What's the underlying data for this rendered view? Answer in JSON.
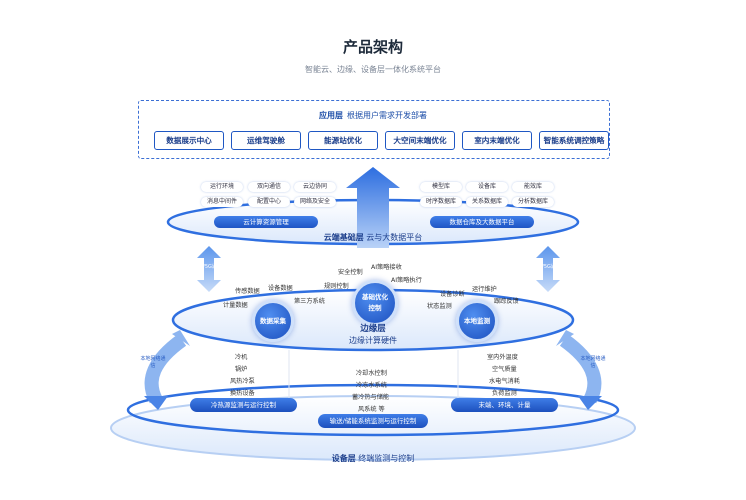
{
  "header": {
    "title": "产品架构",
    "subtitle": "智能云、边缘、设备层一体化系统平台"
  },
  "app_layer": {
    "name": "应用层",
    "desc": "根据用户需求开发部署",
    "items": [
      "数据展示中心",
      "运维驾驶舱",
      "能源站优化",
      "大空间末端优化",
      "室内末端优化",
      "智能系统调控策略"
    ]
  },
  "cloud_layer": {
    "name": "云端基础层",
    "desc": "云与大数据平台",
    "left_tags": [
      "运行环境",
      "双向通信",
      "云边协同",
      "消息中间件",
      "配置中心",
      "网络及安全"
    ],
    "left_pill": "云计算资源管理",
    "right_tags": [
      "模型库",
      "设备库",
      "能效库",
      "时序数据库",
      "关系数据库",
      "分析数据库"
    ],
    "right_pill": "数据仓库及大数据平台"
  },
  "edge_layer": {
    "name": "边缘层",
    "desc": "边缘计算硬件",
    "left_node": "数据采集",
    "left_labels": [
      "传感数据",
      "设备数据",
      "计量数据",
      "第三方系统"
    ],
    "center_node": "基础优化控制",
    "center_labels": [
      "安全控制",
      "AI策略接收",
      "规则控制",
      "AI策略执行"
    ],
    "right_node": "本地监测",
    "right_labels": [
      "设备诊断",
      "运行维护",
      "状态监测",
      "跟踪反馈"
    ]
  },
  "device_layer": {
    "name": "设备层",
    "desc": "终端监测与控制",
    "left_items": [
      "冷机",
      "锅炉",
      "风热冷泵",
      "换热设备"
    ],
    "left_pill": "冷热源监测与运行控制",
    "center_items": [
      "冷却水控制",
      "冷冻水系统",
      "蓄冷热与储能",
      "风系统 等"
    ],
    "center_pill": "输送/储能系统监测与运行控制",
    "right_items": [
      "室内外温度",
      "空气质量",
      "水电气消耗",
      "负荷监测"
    ],
    "right_pill": "末端、环境、计量"
  },
  "connectors": {
    "cloud_edge_left": "4G/5G通信",
    "cloud_edge_right": "4G/5G通信",
    "edge_device_left": "本地网络通信",
    "edge_device_right": "本地网络通信"
  },
  "colors": {
    "primary": "#1f57c3",
    "ring": "#cfe0fa",
    "arrow": "#2f6fe0"
  }
}
